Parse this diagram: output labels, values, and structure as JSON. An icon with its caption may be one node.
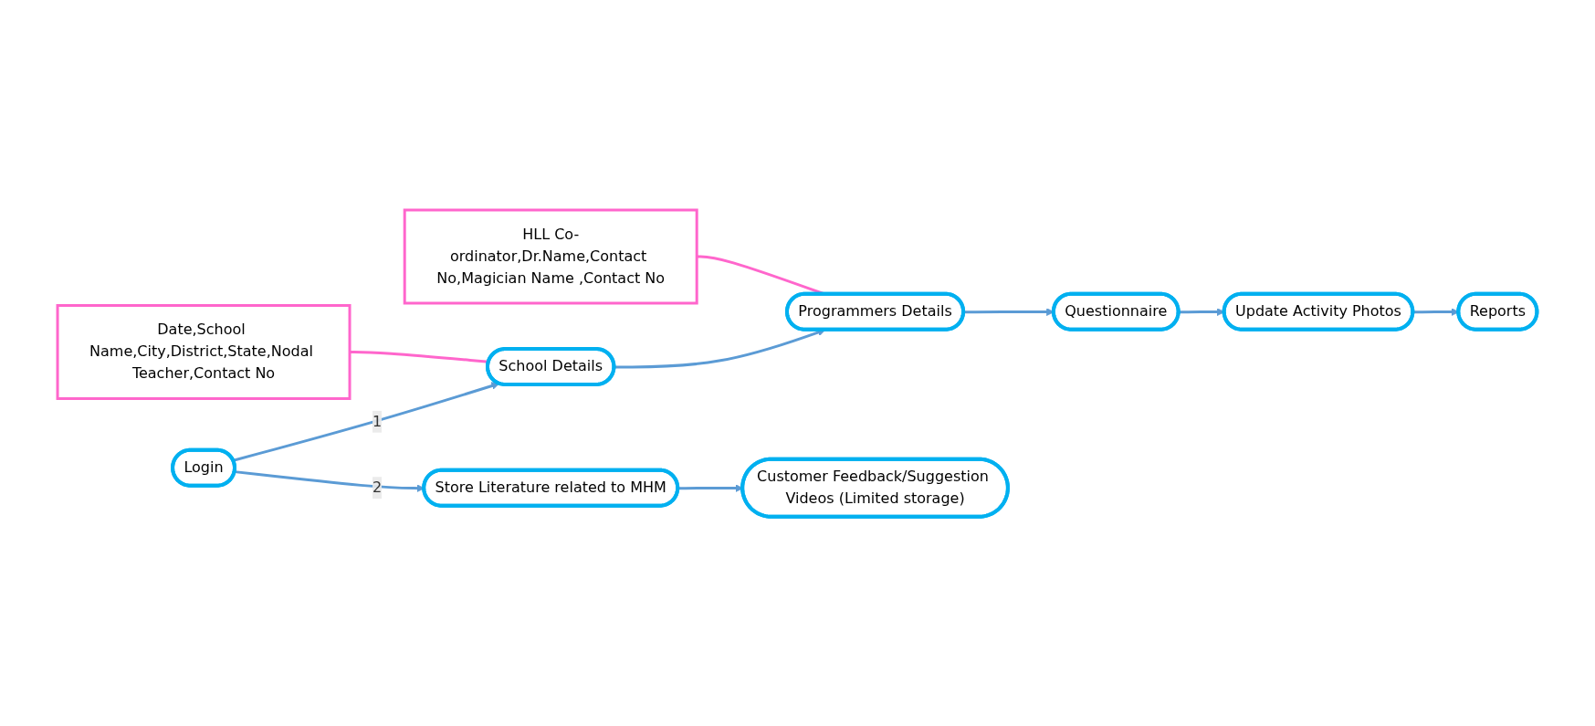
{
  "diagram": {
    "nodes": [
      {
        "text": [
          "Login"
        ]
      },
      {
        "text": [
          "Date,School Name,City,District,State,Nodal Teacher,Contact No"
        ]
      },
      {
        "text": [
          "School Details"
        ]
      },
      {
        "text": [
          "HLL Co-ordinator,Dr.Name,Contact No,Magician Name ,Contact No"
        ]
      },
      {
        "text": [
          "Programmers Details"
        ]
      },
      {
        "text": [
          "Questionnaire"
        ]
      },
      {
        "text": [
          "Update Activity Photos"
        ]
      },
      {
        "text": [
          "Reports"
        ]
      },
      {
        "text": [
          "Store Literature related to MHM"
        ]
      },
      {
        "text": [
          "Customer Feedback/Suggestion Videos (Limited storage)"
        ]
      }
    ],
    "edges": [
      {
        "from": 0,
        "to": 2,
        "arrow": "to",
        "label": "1"
      },
      {
        "from": 0,
        "to": 8,
        "arrow": "to",
        "label": "2"
      },
      {
        "from": 2,
        "to": 4,
        "arrow": "to"
      },
      {
        "from": 4,
        "to": 5,
        "arrow": "to"
      },
      {
        "from": 5,
        "to": 6,
        "arrow": "to"
      },
      {
        "from": 6,
        "to": 7,
        "arrow": "to"
      },
      {
        "from": 8,
        "to": 9,
        "arrow": "to"
      },
      {
        "from": 1,
        "to": 2,
        "arrow": "none",
        "color": "#ff66cc"
      },
      {
        "from": 3,
        "to": 4,
        "arrow": "none",
        "color": "#ff66cc"
      }
    ]
  }
}
